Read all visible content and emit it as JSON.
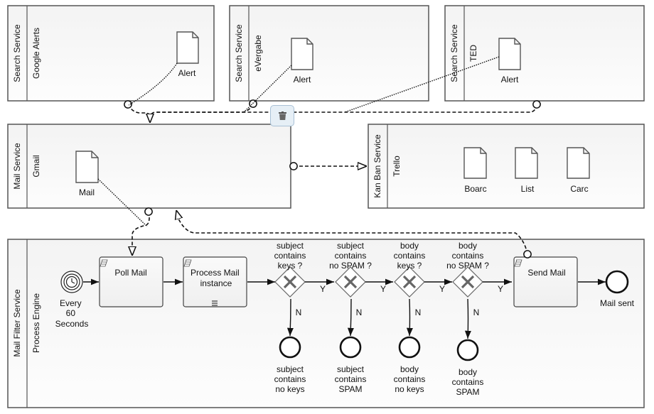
{
  "pools": {
    "google_alerts": {
      "participant": "Search Service",
      "lane": "Google Alerts",
      "documents": [
        "Alert"
      ]
    },
    "evergabe": {
      "participant": "Search Service",
      "lane": "eVergabe",
      "documents": [
        "Alert"
      ]
    },
    "ted": {
      "participant": "Search Service",
      "lane": "TED",
      "documents": [
        "Alert"
      ]
    },
    "gmail": {
      "participant": "Mail Service",
      "lane": "Gmail",
      "documents": [
        "Mail"
      ]
    },
    "trello": {
      "participant": "Kan Ban Service",
      "lane": "Trello",
      "documents": [
        "Boarc",
        "List",
        "Carc"
      ]
    },
    "engine": {
      "participant": "Mail Filter Service",
      "lane": "Process Engine"
    }
  },
  "process": {
    "start_event": {
      "icon": "timer-icon",
      "label_lines": [
        "Every",
        "60",
        "Seconds"
      ]
    },
    "tasks": {
      "poll_mail": {
        "label_lines": [
          "Poll Mail"
        ],
        "icon": "script-icon"
      },
      "process_mail": {
        "label_lines": [
          "Process Mail",
          "instance"
        ],
        "icon": "script-icon",
        "marker": "multi-instance-icon"
      },
      "send_mail": {
        "label_lines": [
          "Send Mail"
        ],
        "icon": "script-icon"
      }
    },
    "gateways": [
      {
        "label_lines": [
          "subject",
          "contains",
          "keys ?"
        ],
        "yes": "Y",
        "no": "N",
        "end_lines": [
          "subject",
          "contains",
          "no keys"
        ]
      },
      {
        "label_lines": [
          "subject",
          "contains",
          "no SPAM ?"
        ],
        "yes": "Y",
        "no": "N",
        "end_lines": [
          "subject",
          "contains",
          "SPAM"
        ]
      },
      {
        "label_lines": [
          "body",
          "contains",
          "keys ?"
        ],
        "yes": "Y",
        "no": "N",
        "end_lines": [
          "body",
          "contains",
          "no keys"
        ]
      },
      {
        "label_lines": [
          "body",
          "contains",
          "no SPAM ?"
        ],
        "yes": "Y",
        "no": "N",
        "end_lines": [
          "body",
          "contains",
          "SPAM"
        ]
      }
    ],
    "end_event": {
      "label": "Mail sent"
    }
  },
  "toolbar": {
    "delete_icon": "trash-icon"
  }
}
